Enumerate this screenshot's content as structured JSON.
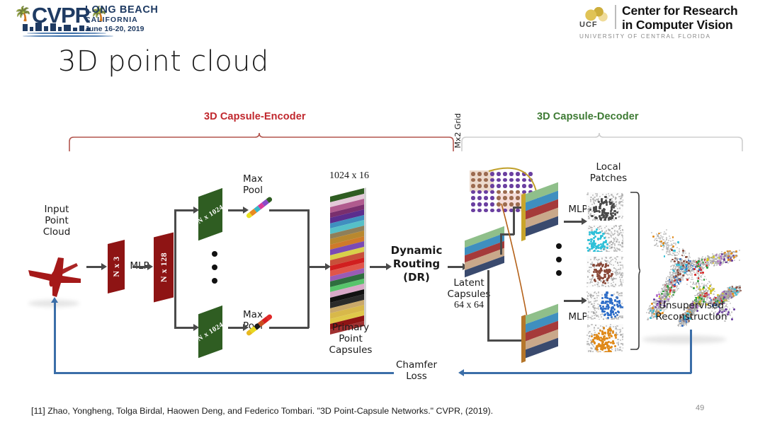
{
  "header": {
    "cvpr": {
      "acronym": "CVPR",
      "city": "LONG BEACH",
      "state": "CALIFORNIA",
      "dates": "June 16-20, 2019"
    },
    "ucf": {
      "mark_text": "UCF",
      "title_line1": "Center for Research",
      "title_line2": "in Computer Vision",
      "subtitle": "UNIVERSITY OF CENTRAL FLORIDA"
    }
  },
  "slide": {
    "title": "3D point cloud",
    "number": "49",
    "citation": "[11] Zhao, Yongheng, Tolga Birdal, Haowen Deng, and Federico Tombari. \"3D Point-Capsule Networks.\" CVPR,  (2019)."
  },
  "diagram": {
    "encoder_label": "3D Capsule-Encoder",
    "decoder_label": "3D Capsule-Decoder",
    "encoder_color": "#c0272d",
    "decoder_color": "#3d7a33",
    "input_label": "Input\nPoint\nCloud",
    "input_label_lines": [
      "Input",
      "Point",
      "Cloud"
    ],
    "slab_nx3": "N x 3",
    "mlp_1": "MLP",
    "slab_nx128": "N x 128",
    "slab_nx1024_top": "N x 1024",
    "slab_nx1024_bottom": "N x 1024",
    "maxpool_top_lines": [
      "Max",
      "Pool"
    ],
    "maxpool_bottom_lines": [
      "Max",
      "Pool"
    ],
    "primary_dims": "1024 x 16",
    "primary_caption_lines": [
      "Primary",
      "Point",
      "Capsules"
    ],
    "dynamic_routing_lines": [
      "Dynamic",
      "Routing",
      "(DR)"
    ],
    "latent_caption_lines": [
      "Latent",
      "Capsules"
    ],
    "latent_dims": "64 x 64",
    "mx2_grid_label": "Mx2 Grid",
    "mlp_top": "MLP",
    "mlp_bottom": "MLP",
    "local_patches_lines": [
      "Local",
      "Patches"
    ],
    "reconstruction_lines": [
      "Unsupervised",
      "Reconstruction"
    ],
    "chamfer_lines": [
      "Chamfer",
      "Loss"
    ],
    "colors": {
      "red_slab": "#8e1414",
      "green_slab": "#2f5d22",
      "arrow": "#4a4a4a",
      "chamfer_arrow": "#3b6ea8",
      "grid_dot_purple": "#6a3fa0",
      "grid_dot_brown": "#9c6b4f",
      "decoder_curve": "#c0860a",
      "plane_red": "#a51919"
    },
    "primary_capsule_stripes": [
      "#2f5d22",
      "#e3c9d8",
      "#b05a8e",
      "#7a2f6e",
      "#5b2d8e",
      "#3f8fbf",
      "#56c0c8",
      "#8e7f5a",
      "#b8882f",
      "#cf7a2a",
      "#7a4ab5",
      "#d8d04a",
      "#c8503a",
      "#d11f1f",
      "#e0554a",
      "#9a5bb5",
      "#2f6e3f",
      "#57c46b",
      "#d8a8c8",
      "#111111",
      "#2a2a2a",
      "#c9a86a",
      "#d8b84a",
      "#e0c84a",
      "#8e1414",
      "#a03030"
    ],
    "latent_capsule_stripes": [
      "#8fbf8a",
      "#3f8fbf",
      "#a53a3a",
      "#c9a88a",
      "#3a4a6e"
    ],
    "local_patch_colors": [
      "#4a4a4a",
      "#2fc0d8",
      "#8a4a3a",
      "#2f6ec8",
      "#e08a1a"
    ]
  }
}
